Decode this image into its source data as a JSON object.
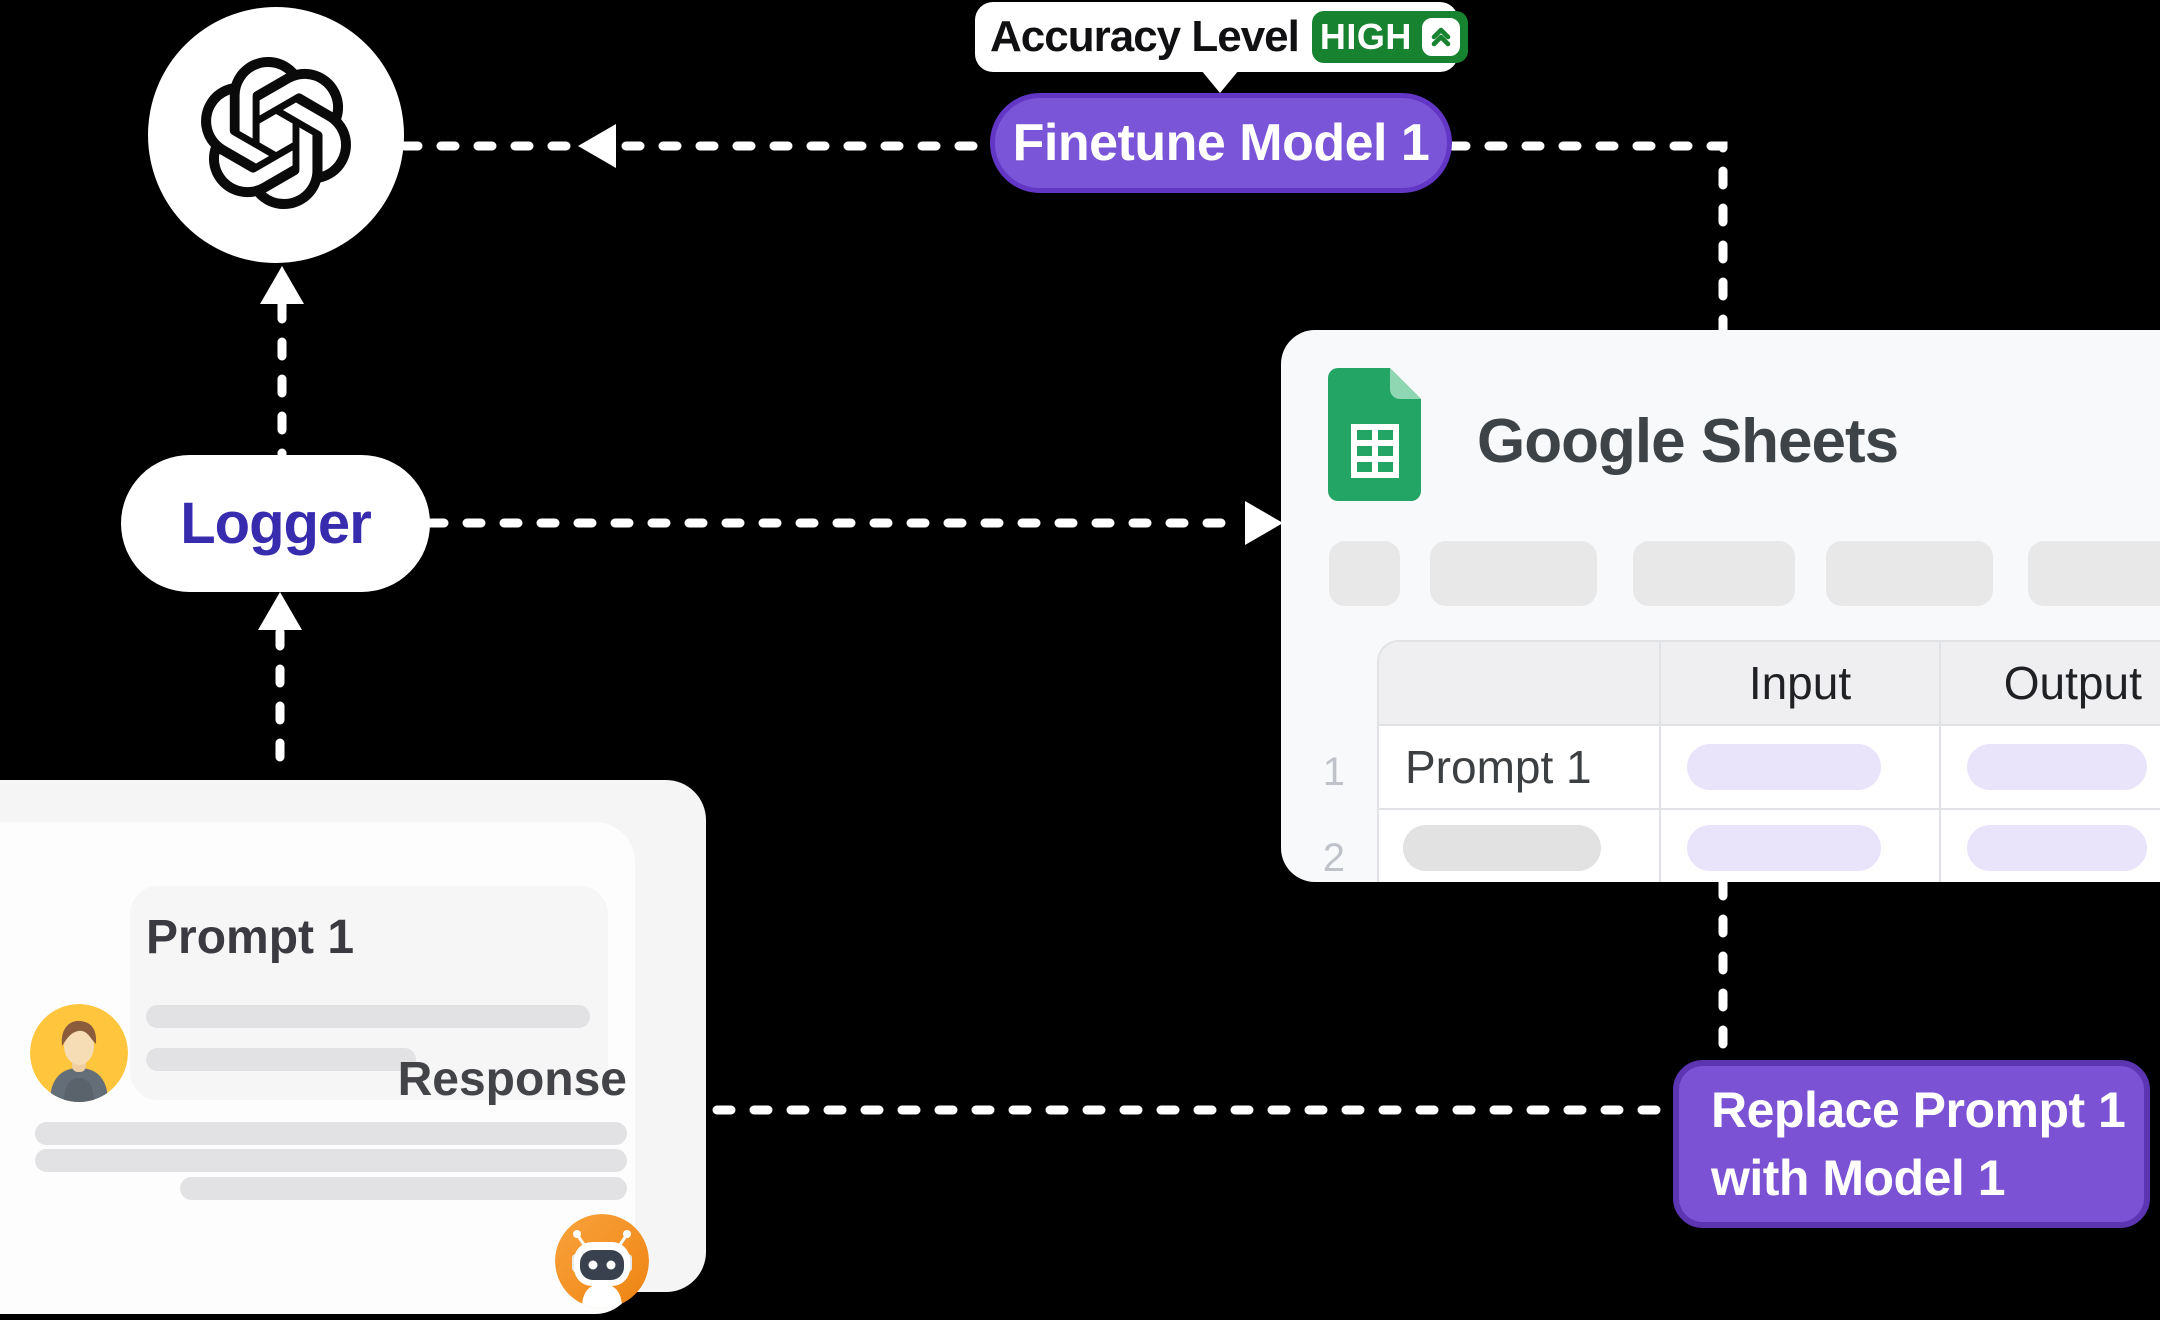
{
  "colors": {
    "purple_fill": "#7B55D8",
    "purple_border": "#6337C5",
    "green": "#17822F",
    "indigo": "#382CAE",
    "sheets_green": "#23A566",
    "sheets_green_light": "#8FD6B2",
    "orange1": "#F9A33C",
    "orange2": "#EE8312",
    "yellow": "#FFC53D",
    "lavender": "#E9E4F9",
    "line_gray": "#E2E2E4",
    "white": "#FFFFFF"
  },
  "icons": {
    "openai": "openai-logo-icon",
    "chevrons": "double-chevron-up-icon",
    "sheets": "google-sheets-icon",
    "user": "user-avatar",
    "robot": "robot-avatar"
  },
  "tooltip": {
    "label": "Accuracy Level",
    "badge": "HIGH"
  },
  "finetune_button": {
    "label": "Finetune Model 1"
  },
  "logger": {
    "label": "Logger"
  },
  "sheets_card": {
    "title": "Google Sheets",
    "table": {
      "headers": [
        "",
        "Input",
        "Output"
      ],
      "row_numbers": [
        "1",
        "2"
      ],
      "rows": [
        {
          "label": "Prompt 1"
        },
        {
          "label": ""
        }
      ]
    }
  },
  "chat_card": {
    "prompt_title": "Prompt 1",
    "response_title": "Response"
  },
  "replace_button": {
    "line1": "Replace Prompt 1",
    "line2": "with Model 1"
  }
}
